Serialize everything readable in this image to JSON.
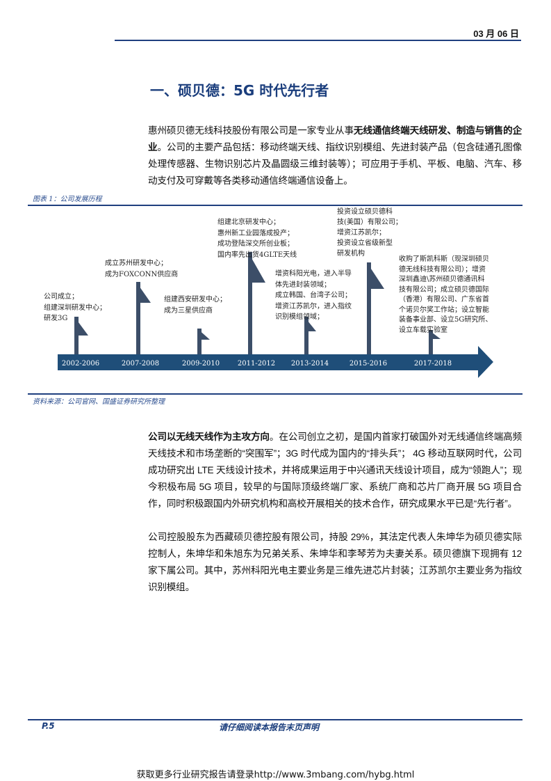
{
  "header": {
    "date": "03 月 06 日"
  },
  "section": {
    "title": "一、硕贝德：5G 时代先行者"
  },
  "intro": {
    "pre": "惠州硕贝德无线科技股份有限公司是一家专业从事",
    "bold": "无线通信终端天线研发、制造与销售的企业",
    "post": "。公司的主要产品包括：移动终端天线、指纹识别模组、先进封装产品（包含硅通孔图像处理传感器、生物识别芯片及晶圆级三维封装等）；可应用于手机、平板、电脑、汽车、移动支付及可穿戴等各类移动通信终端通信设备上。"
  },
  "figure": {
    "caption": "图表 1：公司发展历程",
    "source": "资料来源：公司官网、国盛证券研究所整理",
    "periods": [
      "2002-2006",
      "2007-2008",
      "2009-2010",
      "2011-2012",
      "2013-2014",
      "2015-2016",
      "2017-2018"
    ],
    "notes": [
      [
        "公司成立；",
        "组建深圳研发中心；",
        "研发3G"
      ],
      [
        "成立苏州研发中心；",
        "成为FOXCONN供应商"
      ],
      [
        "组建西安研发中心；",
        "成为三星供应商"
      ],
      [
        "组建北京研发中心；",
        "惠州新工业园落成投产；",
        "成功登陆深交所创业板；",
        "国内率先出货4GLTE天线"
      ],
      [
        "增资科阳光电，进入半导",
        "体先进封装领域；",
        "成立韩国、台湾子公司；",
        "增资江苏凯尔，进入指纹",
        "识别模组领域；"
      ],
      [
        "投资设立硕贝德科",
        "技(美国）有限公司；",
        "增资江苏凯尔；",
        "投资设立省级新型",
        "研发机构"
      ],
      [
        "收购了斯凯科斯（现深圳硕贝",
        "德无线科技有限公司）；增资",
        "深圳鑫迪\\苏州硕贝德通讯科",
        "技有限公司；成立硕贝德国际",
        "（香港）有限公司、广东省首",
        "个诺贝尔奖工作站；设立智能",
        "装备事业部、设立5G研究所、",
        "设立车载实验室"
      ]
    ],
    "colors": {
      "bar": "#1f4e79",
      "flag": "#3c4e68"
    }
  },
  "p2": {
    "bold": "公司以无线天线作为主攻方向",
    "post": "。在公司创立之初，是国内首家打破国外对无线通信终端高频天线技术和市场垄断的“突围军”；3G 时代成为国内的“排头兵”； 4G 移动互联网时代，公司成功研究出 LTE 天线设计技术，并将成果运用于中兴通讯天线设计项目，成为“领跑人”；现今积极布局 5G 项目，较早的与国际顶级终端厂家、系统厂商和芯片厂商开展 5G 项目合作，同时积极跟国内外研究机构和高校开展相关的技术合作，研究成果水平已是“先行者”。"
  },
  "p3": {
    "text": "公司控股股东为西藏硕贝德控股有限公司，持股 29%，其法定代表人朱坤华为硕贝德实际控制人，朱坤华和朱旭东为兄弟关系、朱坤华和李琴芳为夫妻关系。硕贝德旗下现拥有 12 家下属公司。其中，苏州科阳光电主要业务是三维先进芯片封装；江苏凯尔主要业务为指纹识别模组。"
  },
  "footer": {
    "page": "P.5",
    "disclaimer": "请仔细阅读本报告末页声明",
    "promo": "获取更多行业研究报告请登录http://www.3mbang.com/hybg.html"
  }
}
